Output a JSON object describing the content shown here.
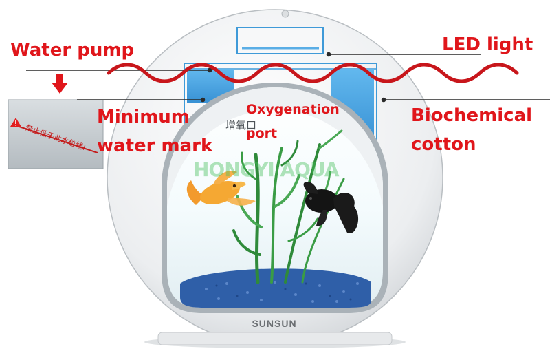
{
  "labels": {
    "water_pump": "Water pump",
    "led_light": "LED light",
    "minimum_water_mark_line1": "Minimum",
    "minimum_water_mark_line2": "water mark",
    "oxygenation_port_line1": "Oxygenation",
    "oxygenation_port_line2": "port",
    "biochemical_cotton_line1": "Biochemical",
    "biochemical_cotton_line2": "cotton"
  },
  "tank": {
    "brand": "SUNSUN",
    "watermark": "HONGYI AQUA",
    "port_marking": "增氧口"
  },
  "warning_sticker": {
    "text": "禁止低于此水位线!"
  },
  "colors": {
    "label_red": "#e0161b",
    "wave_red": "#c8161b",
    "panel_blue": "#4aa3e0",
    "tank_white": "#f2f3f4",
    "gravel_blue": "#2f5fa8",
    "sticker_gray": "#c9cfd3"
  },
  "icons": {
    "arrow": "red-down-arrow",
    "warning": "warning-triangle-icon"
  }
}
